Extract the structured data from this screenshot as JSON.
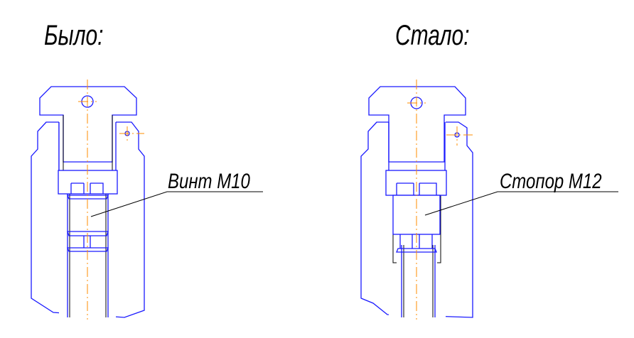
{
  "before": {
    "title": "Было:",
    "callout": "Винт М10"
  },
  "after": {
    "title": "Стало:",
    "callout": "Стопор М12"
  },
  "colors": {
    "outline": "#1a1aff",
    "centerline": "#ff8c00",
    "hatch": "#000000"
  }
}
